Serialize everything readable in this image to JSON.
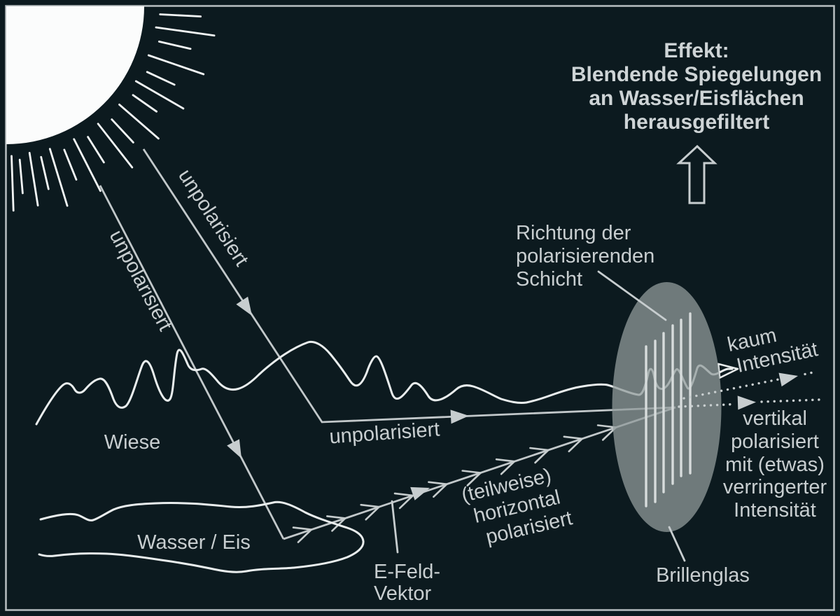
{
  "effekt": {
    "l1": "Effekt:",
    "l2": "Blendende Spiegelungen",
    "l3": "an Wasser/Eisflächen",
    "l4": "herausgefiltert"
  },
  "rays": {
    "ray1_label": "unpolarisiert",
    "ray2_label": "unpolarisiert",
    "mid_label": "unpolarisiert",
    "reflected_l1": "(teilweise)",
    "reflected_l2": "horizontal",
    "reflected_l3": "polarisiert",
    "kaum_l1": "kaum",
    "kaum_l2": "Intensität",
    "out_l1": "vertikal",
    "out_l2": "polarisiert",
    "out_l3": "mit (etwas)",
    "out_l4": "verringerter",
    "out_l5": "Intensität"
  },
  "scene": {
    "wiese": "Wiese",
    "wasser": "Wasser / Eis"
  },
  "lens": {
    "brillenglas": "Brillenglas",
    "richtung_l1": "Richtung der",
    "richtung_l2": "polarisierenden",
    "richtung_l3": "Schicht"
  },
  "efeld": {
    "l1": "E-Feld-",
    "l2": "Vektor"
  },
  "colors": {
    "background": "#0c1a1f",
    "frame": "#b9c0c2",
    "beam_line": "#c2c8ca",
    "scene_line": "#e9eded",
    "sun": "#fbfcfc",
    "lens_fill": "#909b9b",
    "text": "#c8ced0"
  }
}
